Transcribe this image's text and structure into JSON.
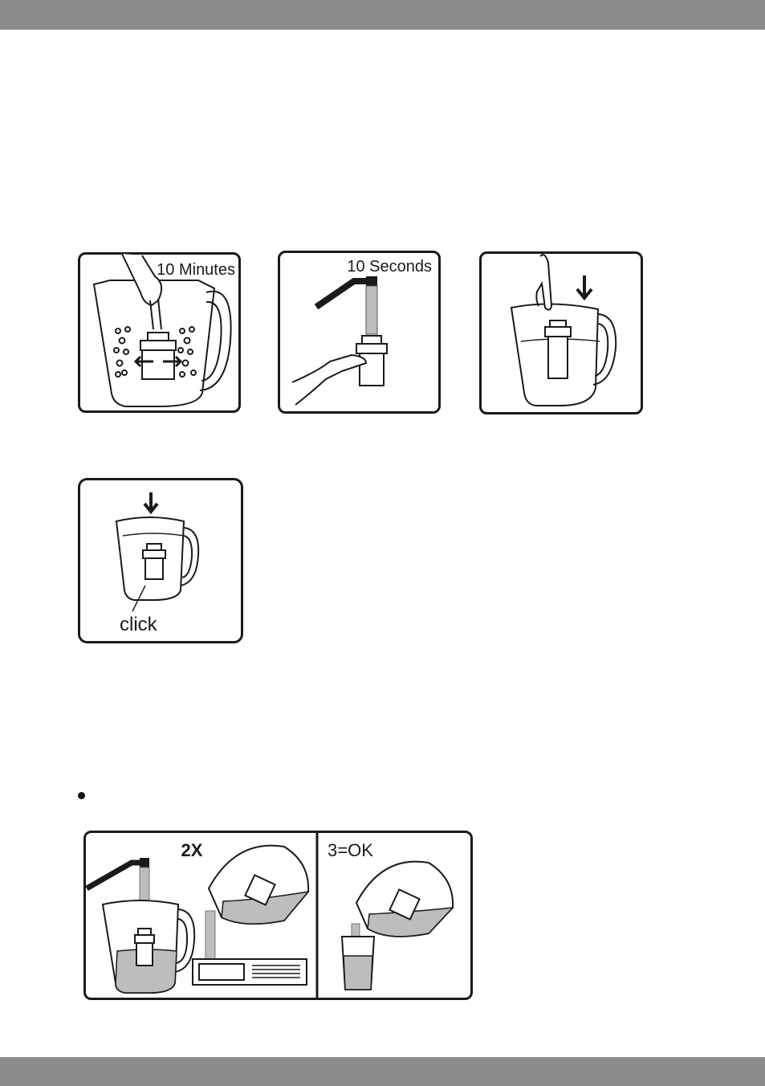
{
  "steps": {
    "soak": {
      "label": "10 Minutes"
    },
    "rinse": {
      "label": "10 Seconds"
    },
    "click": {
      "label": "click"
    }
  },
  "filling": {
    "flush_label": "2X",
    "ok_label": "3=OK"
  },
  "colors": {
    "header_bar": "#8c8c8c",
    "footer_bar": "#8c8c8c",
    "water": "#bdbdbd",
    "line": "#1a1a1a"
  }
}
